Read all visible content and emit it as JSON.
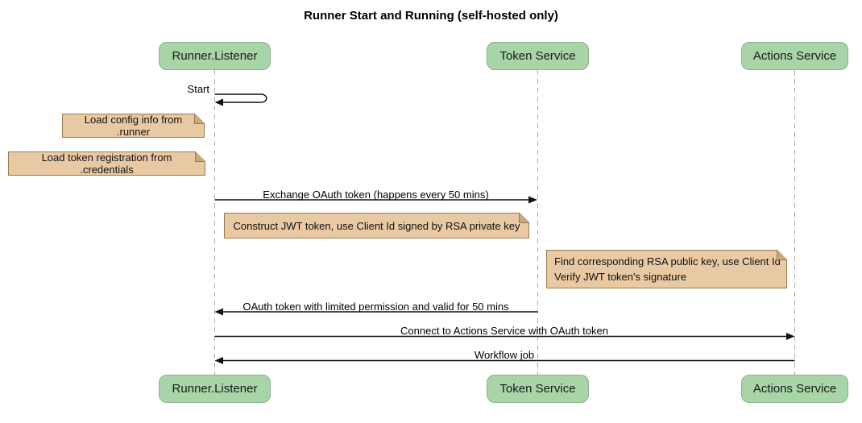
{
  "title": "Runner Start and Running (self-hosted only)",
  "actors": [
    {
      "label": "Runner.Listener"
    },
    {
      "label": "Token Service"
    },
    {
      "label": "Actions Service"
    }
  ],
  "messages": [
    {
      "label": "Start",
      "type": "self",
      "from": "Runner.Listener",
      "to": "Runner.Listener"
    },
    {
      "label": "Exchange OAuth token (happens every 50 mins)",
      "from": "Runner.Listener",
      "to": "Token Service"
    },
    {
      "label": "OAuth token with limited permission and valid for 50 mins",
      "from": "Token Service",
      "to": "Runner.Listener"
    },
    {
      "label": "Connect to Actions Service with OAuth token",
      "from": "Runner.Listener",
      "to": "Actions Service"
    },
    {
      "label": "Workflow job",
      "from": "Actions Service",
      "to": "Runner.Listener"
    }
  ],
  "notes": [
    {
      "text": "Load config info from .runner"
    },
    {
      "text": "Load token registration from .credentials"
    },
    {
      "text": "Construct JWT token, use Client Id signed by RSA private key"
    },
    {
      "text": "Find corresponding RSA public key, use Client Id\nVerify JWT token's signature"
    }
  ],
  "colors": {
    "actor_fill": "#a8d5a8",
    "actor_border": "#8fae8f",
    "note_fill": "#e8c9a3",
    "note_border": "#9a7d4d",
    "note_fold": "#c9a87a",
    "lifeline": "#aaaaaa",
    "arrow": "#111111",
    "background": "#ffffff"
  }
}
